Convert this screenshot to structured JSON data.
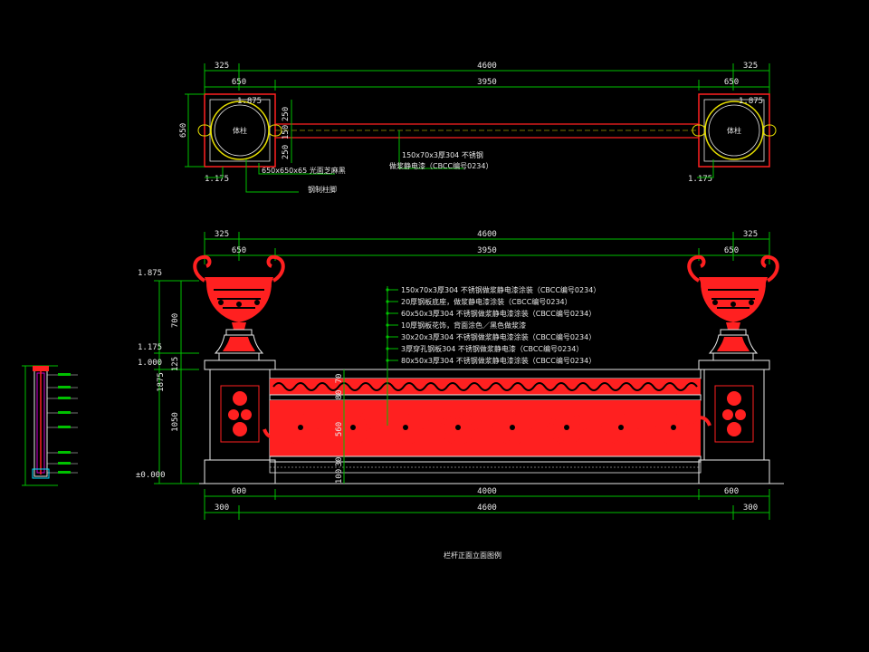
{
  "colors": {
    "background": "#000000",
    "red": "#ff2020",
    "dimension_green": "#00c000",
    "white": "#e8e8e8",
    "yellow": "#e8e000",
    "magenta": "#d000d0",
    "cyan": "#00e0ff"
  },
  "plan": {
    "dims_top": [
      "325",
      "4600",
      "325"
    ],
    "dims_second": [
      "650",
      "3950",
      "650"
    ],
    "left_label": "1.875",
    "right_label": "1.875",
    "post_left_text": "体柱",
    "post_right_text": "体柱",
    "rail_dims": [
      "250",
      "150",
      "250"
    ],
    "side_dim": "650",
    "bottom_left": "1.175",
    "bottom_right": "1.175",
    "leader_plate": "650x650x65 光面芝麻黑",
    "leader_post": "钢制柱脚",
    "rail_note_1": "150x70x3厚304 不锈钢",
    "rail_note_2": "做浆静电漆（CBCC编号0234）"
  },
  "elevation": {
    "dims_top": [
      "325",
      "4600",
      "325"
    ],
    "dims_second": [
      "650",
      "3950",
      "650"
    ],
    "dims_bottom_1": [
      "600",
      "4000",
      "600"
    ],
    "dims_bottom_2": [
      "300",
      "4600",
      "300"
    ],
    "level_labels": [
      "1.875",
      "1.175",
      "1.000",
      "±0.000"
    ],
    "vertical_dims": [
      "700",
      "125",
      "1050",
      "1875"
    ],
    "panel_dims": [
      "70",
      "80",
      "560",
      "30",
      "100"
    ],
    "notes": [
      "150x70x3厚304 不锈钢做浆静电漆涂装（CBCC编号0234）",
      "20厚钢板底座，做浆静电漆涂装（CBCC编号0234）",
      "60x50x3厚304 不锈钢做浆静电漆涂装（CBCC编号0234）",
      "10厚钢板花饰，背面涂色／黑色做浆漆",
      "30x20x3厚304 不锈钢做浆静电漆涂装（CBCC编号0234）",
      "3厚穿孔钢板304 不锈钢做浆静电漆（CBCC编号0234）",
      "80x50x3厚304 不锈钢做浆静电漆涂装（CBCC编号0234）"
    ],
    "title": "栏杆正面立面图例"
  }
}
